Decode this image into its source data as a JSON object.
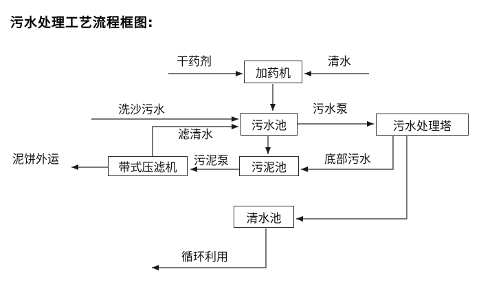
{
  "title": "污水处理工艺流程框图:",
  "diagram": {
    "nodes": [
      {
        "id": "dosing-machine",
        "label": "加药机"
      },
      {
        "id": "sewage-pool",
        "label": "污水池"
      },
      {
        "id": "sewage-treatment-tower",
        "label": "污水处理塔"
      },
      {
        "id": "sludge-pool",
        "label": "污泥池"
      },
      {
        "id": "belt-filter-press",
        "label": "带式压滤机"
      },
      {
        "id": "clean-water-pool",
        "label": "清水池"
      }
    ],
    "flow_labels": [
      {
        "id": "dry-chemical-agent",
        "label": "干药剂"
      },
      {
        "id": "clean-water-in",
        "label": "清水"
      },
      {
        "id": "sand-washing-sewage",
        "label": "洗沙污水"
      },
      {
        "id": "filtered-clean-water",
        "label": "滤清水"
      },
      {
        "id": "sewage-pump",
        "label": "污水泵"
      },
      {
        "id": "sludge-pump",
        "label": "污泥泵"
      },
      {
        "id": "bottom-sewage",
        "label": "底部污水"
      },
      {
        "id": "mud-cake-outbound",
        "label": "泥饼外运"
      },
      {
        "id": "recycling-reuse",
        "label": "循环利用"
      }
    ],
    "line_color": "#4a4a4a",
    "arrow_color": "#1a1a1a"
  }
}
